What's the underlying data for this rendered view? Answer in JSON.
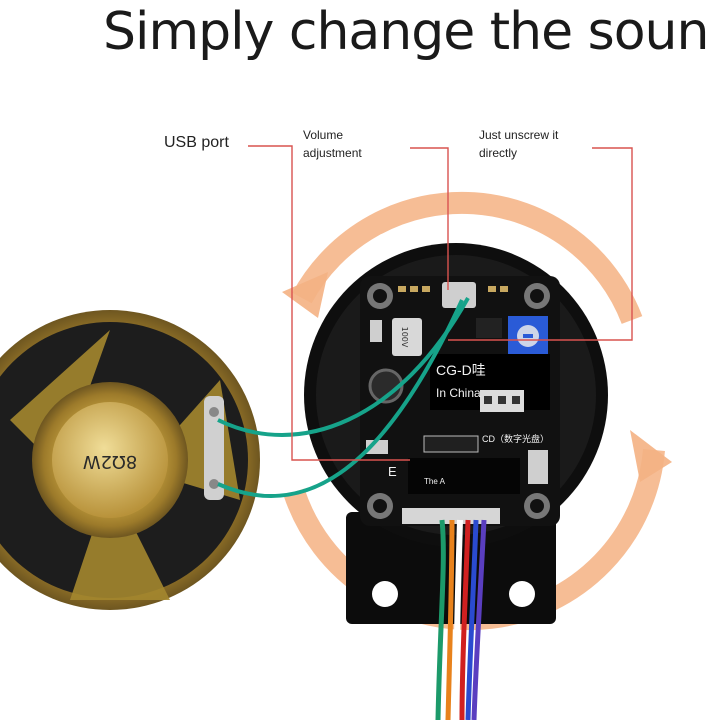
{
  "headline": "Simply change the soun",
  "callouts": {
    "usb_port": "USB port",
    "volume_line1": "Volume",
    "volume_line2": "adjustment",
    "unscrew_line1": "Just unscrew it",
    "unscrew_line2": "directly"
  },
  "board_labels": {
    "model": "CG-D哇",
    "origin": "In China",
    "cd": "CD（数字光盘）",
    "marker": "E",
    "sub": "The A",
    "capacitor": "100V",
    "speaker_marking": "8Ω2W"
  },
  "colors": {
    "callout_line": "#d9534f",
    "rotation_arrow": "#f4b183",
    "pcb": "#111111",
    "speaker_gold": "#c9a543"
  }
}
